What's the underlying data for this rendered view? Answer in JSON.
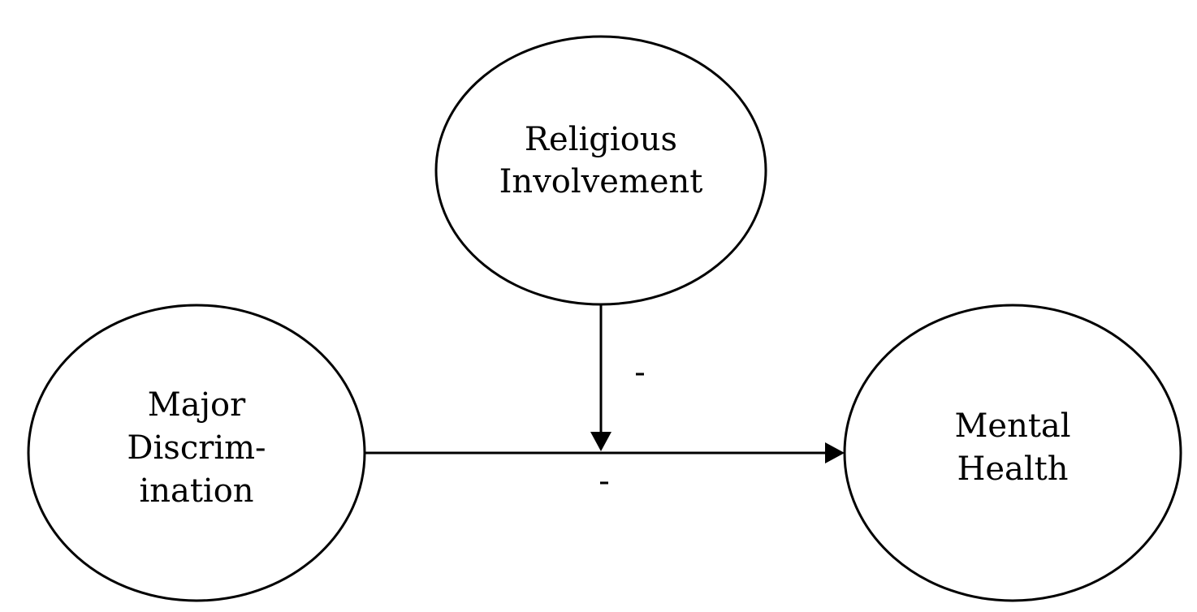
{
  "nodes": {
    "religious_involvement": {
      "lines": [
        "Religious",
        "Involvement"
      ]
    },
    "major_discrimination": {
      "lines": [
        "Major",
        "Discrim-",
        "ination"
      ]
    },
    "mental_health": {
      "lines": [
        "Mental",
        "Health"
      ]
    }
  },
  "edges": {
    "discrimination_to_health": {
      "sign": "-"
    },
    "religion_moderation": {
      "sign": "-"
    }
  }
}
